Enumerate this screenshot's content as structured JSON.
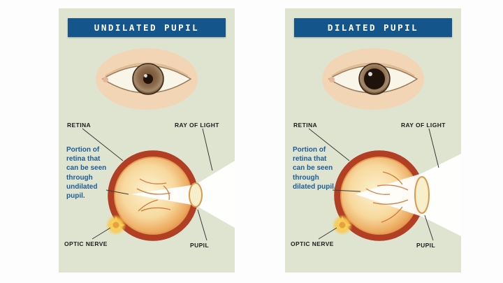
{
  "colors": {
    "panel_bg": "#dfe4d1",
    "header_bg": "#14568c",
    "header_text": "#ffffff",
    "caption_text": "#1d5c94",
    "label_text": "#1c1c1c",
    "eye_rim": "#b23f23",
    "eye_interior": "#f7d99e",
    "light_beam": "#ffffff",
    "optic_nerve_glow": "#f6cf56"
  },
  "panels": [
    {
      "title": "UNDILATED PUPIL",
      "pupil_state": "undilated",
      "labels": {
        "retina": "RETINA",
        "ray_of_light": "RAY OF LIGHT",
        "optic_nerve": "OPTIC NERVE",
        "pupil": "PUPIL"
      },
      "caption": "Portion of retina that can be seen through undilated pupil."
    },
    {
      "title": "DILATED PUPIL",
      "pupil_state": "dilated",
      "labels": {
        "retina": "RETINA",
        "ray_of_light": "RAY OF LIGHT",
        "optic_nerve": "OPTIC NERVE",
        "pupil": "PUPIL"
      },
      "caption": "Portion of retina that can be seen through dilated pupil."
    }
  ]
}
